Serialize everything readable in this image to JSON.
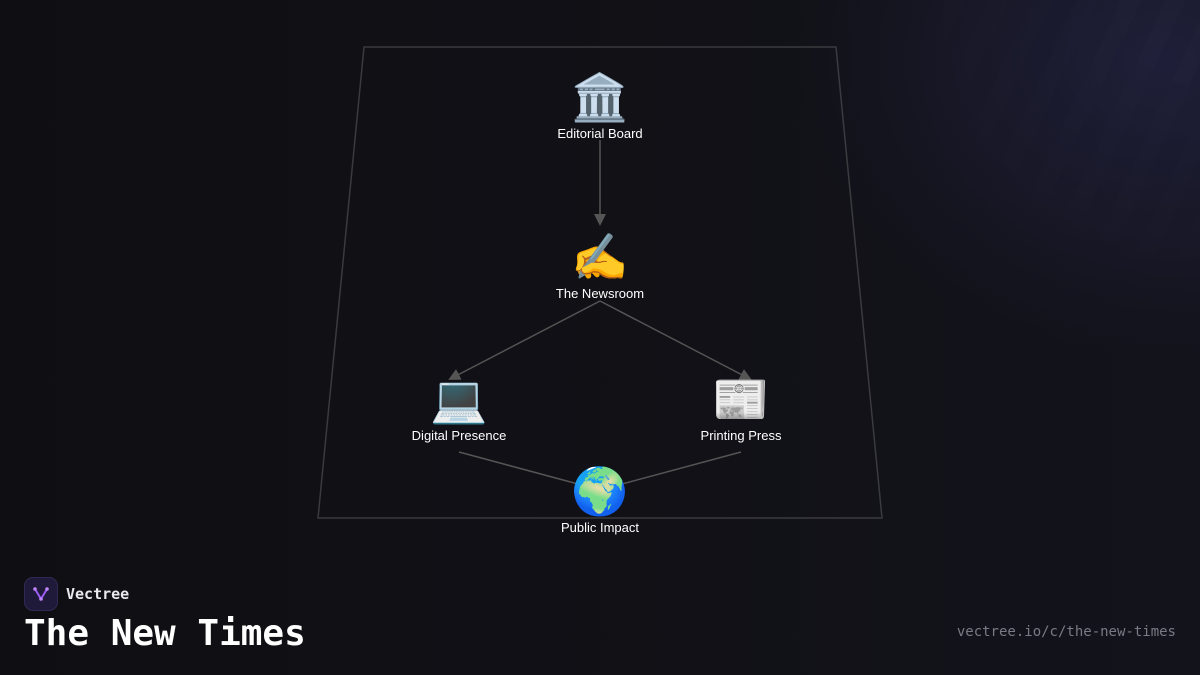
{
  "diagram": {
    "nodes": [
      {
        "id": "editorial-board",
        "icon": "🏛️",
        "icon_name": "classical-building-icon",
        "label": "Editorial Board"
      },
      {
        "id": "newsroom",
        "icon": "✍️",
        "icon_name": "writing-hand-icon",
        "label": "The Newsroom"
      },
      {
        "id": "digital-presence",
        "icon": "💻",
        "icon_name": "laptop-icon",
        "label": "Digital Presence"
      },
      {
        "id": "printing-press",
        "icon": "📰",
        "icon_name": "newspaper-icon",
        "label": "Printing Press"
      },
      {
        "id": "public-impact",
        "icon": "🌍",
        "icon_name": "globe-icon",
        "label": "Public Impact"
      }
    ],
    "edges": [
      {
        "from": "editorial-board",
        "to": "newsroom",
        "arrow": true
      },
      {
        "from": "newsroom",
        "to": "digital-presence",
        "arrow": true
      },
      {
        "from": "newsroom",
        "to": "printing-press",
        "arrow": true
      },
      {
        "from": "digital-presence",
        "to": "public-impact",
        "arrow": false
      },
      {
        "from": "printing-press",
        "to": "public-impact",
        "arrow": false
      }
    ],
    "colors": {
      "edge": "#555555",
      "frame": "#3a3a3f",
      "label": "#ffffff"
    }
  },
  "brand": {
    "name": "Vectree",
    "logo_icon": "vectree-logo-icon",
    "accent": "#9b5cf6"
  },
  "page": {
    "title": "The New Times",
    "url": "vectree.io/c/the-new-times"
  }
}
